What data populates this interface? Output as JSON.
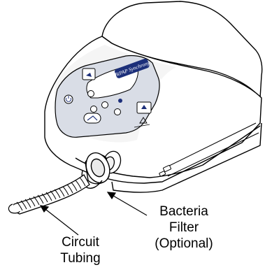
{
  "device": {
    "brand_logo_text": "BiPAP Synchrony"
  },
  "callouts": {
    "filter_line1": "Bacteria",
    "filter_line2": "Filter",
    "filter_line3": "(Optional)",
    "tubing_line1": "Circuit",
    "tubing_line2": "Tubing"
  },
  "colors": {
    "outline": "#000000",
    "shade": "#e6e6e6",
    "panel": "#d9dde6",
    "logo": "#1c2f7a"
  }
}
